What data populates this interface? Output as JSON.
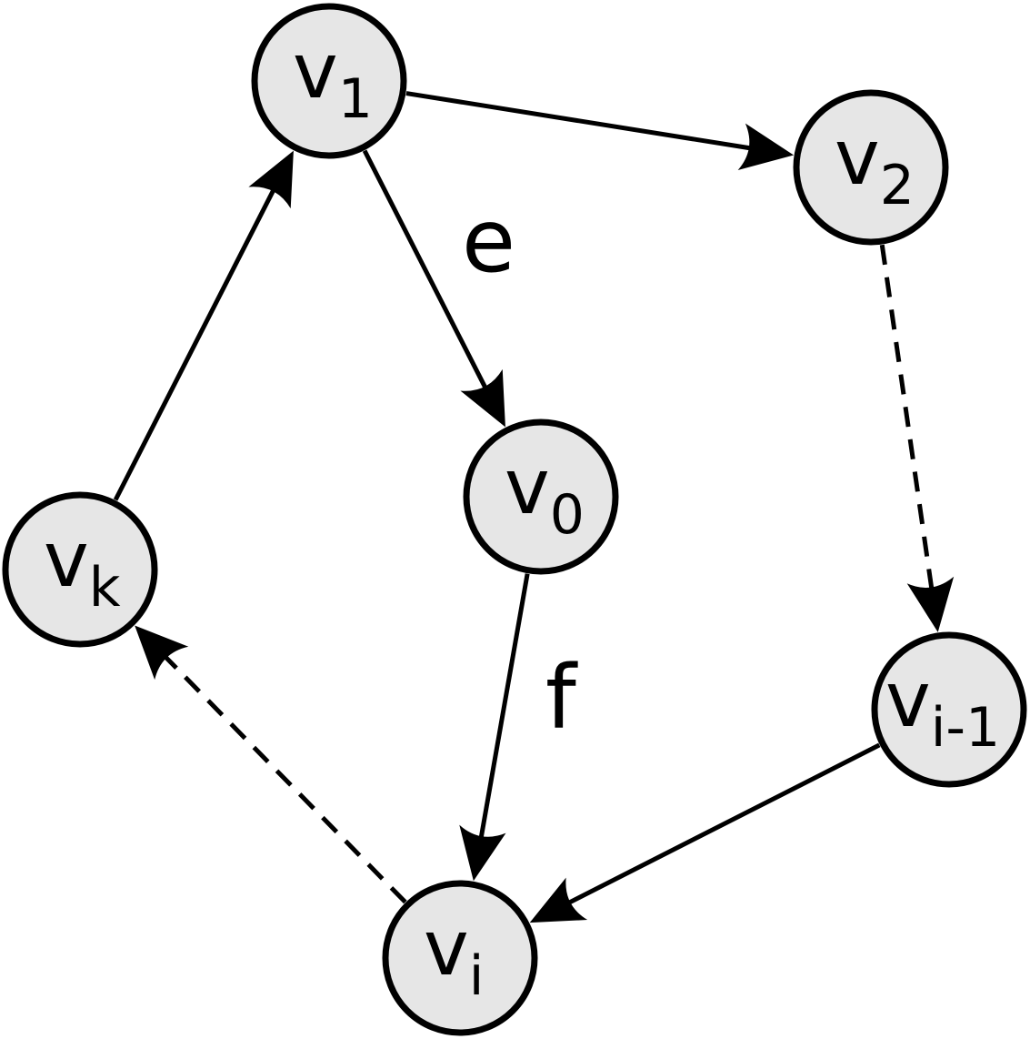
{
  "graph": {
    "nodes": [
      {
        "id": "v1",
        "label": "v",
        "sub": "1"
      },
      {
        "id": "v2",
        "label": "v",
        "sub": "2"
      },
      {
        "id": "v0",
        "label": "v",
        "sub": "0"
      },
      {
        "id": "vk",
        "label": "v",
        "sub": "k"
      },
      {
        "id": "vi1",
        "label": "v",
        "sub": "i-1"
      },
      {
        "id": "vi",
        "label": "v",
        "sub": "i"
      }
    ],
    "edges": [
      {
        "from": "v1",
        "to": "v2",
        "style": "solid",
        "label": ""
      },
      {
        "from": "v1",
        "to": "v0",
        "style": "solid",
        "label": "e"
      },
      {
        "from": "v2",
        "to": "vi1",
        "style": "dashed",
        "label": ""
      },
      {
        "from": "v0",
        "to": "vi",
        "style": "solid",
        "label": "f"
      },
      {
        "from": "vi1",
        "to": "vi",
        "style": "solid",
        "label": ""
      },
      {
        "from": "vi",
        "to": "vk",
        "style": "dashed",
        "label": ""
      },
      {
        "from": "vk",
        "to": "v1",
        "style": "solid",
        "label": ""
      }
    ]
  }
}
